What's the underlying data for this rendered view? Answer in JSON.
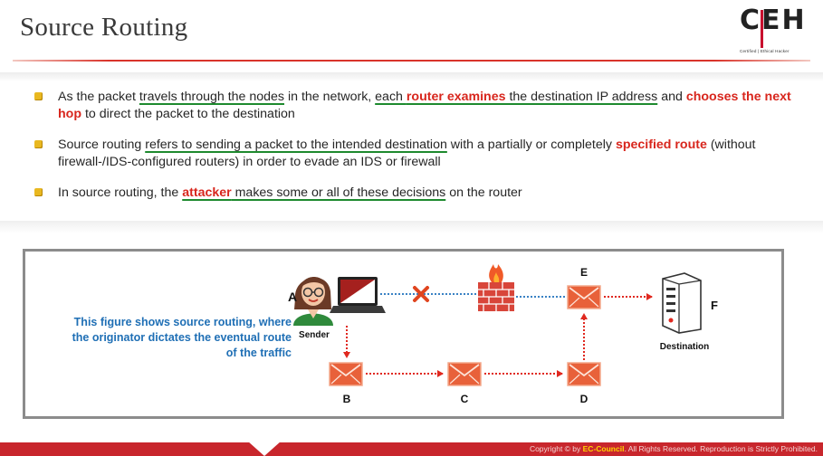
{
  "header": {
    "title": "Source Routing",
    "logo": {
      "text": "CEH",
      "subtitle": "Certified | Ethical Hacker"
    }
  },
  "bullets": [
    {
      "parts": [
        {
          "t": "As the packet ",
          "s": ""
        },
        {
          "t": "travels through the nodes",
          "s": "u"
        },
        {
          "t": " in the network, ",
          "s": ""
        },
        {
          "t": "each ",
          "s": "u"
        },
        {
          "t": "router examines",
          "s": "ru"
        },
        {
          "t": " the destination IP address",
          "s": "u"
        },
        {
          "t": " and ",
          "s": ""
        },
        {
          "t": "chooses the next hop",
          "s": "r"
        },
        {
          "t": " to direct the packet to the destination",
          "s": ""
        }
      ]
    },
    {
      "parts": [
        {
          "t": "Source routing ",
          "s": ""
        },
        {
          "t": "refers to sending a packet to the intended destination",
          "s": "u"
        },
        {
          "t": " with a partially or completely ",
          "s": ""
        },
        {
          "t": "specified route",
          "s": "r"
        },
        {
          "t": " (without firewall-/IDS-configured routers) in order to evade an IDS or firewall",
          "s": ""
        }
      ]
    },
    {
      "parts": [
        {
          "t": "In source routing, the ",
          "s": ""
        },
        {
          "t": "attacker",
          "s": "ru"
        },
        {
          "t": " makes some or all of these decisions",
          "s": "u"
        },
        {
          "t": " on the router",
          "s": ""
        }
      ]
    }
  ],
  "figure": {
    "caption": "This figure shows source routing, where the originator dictates the eventual route of the traffic",
    "labels": {
      "a": "A",
      "sender": "Sender",
      "b": "B",
      "c": "C",
      "d": "D",
      "e": "E",
      "f": "F",
      "destination": "Destination"
    },
    "icons": [
      "attacker-avatar-icon",
      "laptop-icon",
      "blocked-x-icon",
      "firewall-icon",
      "router-envelope-icon",
      "server-icon"
    ]
  },
  "footer": {
    "copyright_prefix": "Copyright © by ",
    "brand": "EC-Council",
    "copyright_suffix": ". All Rights Reserved. Reproduction is Strictly Prohibited."
  },
  "colors": {
    "accent_red": "#d8261d",
    "underline_green": "#1e8a2e",
    "bullet_gold": "#e9b820",
    "caption_blue": "#1f6fb5",
    "envelope_orange": "#e8613a",
    "footer_red": "#c8262c"
  }
}
